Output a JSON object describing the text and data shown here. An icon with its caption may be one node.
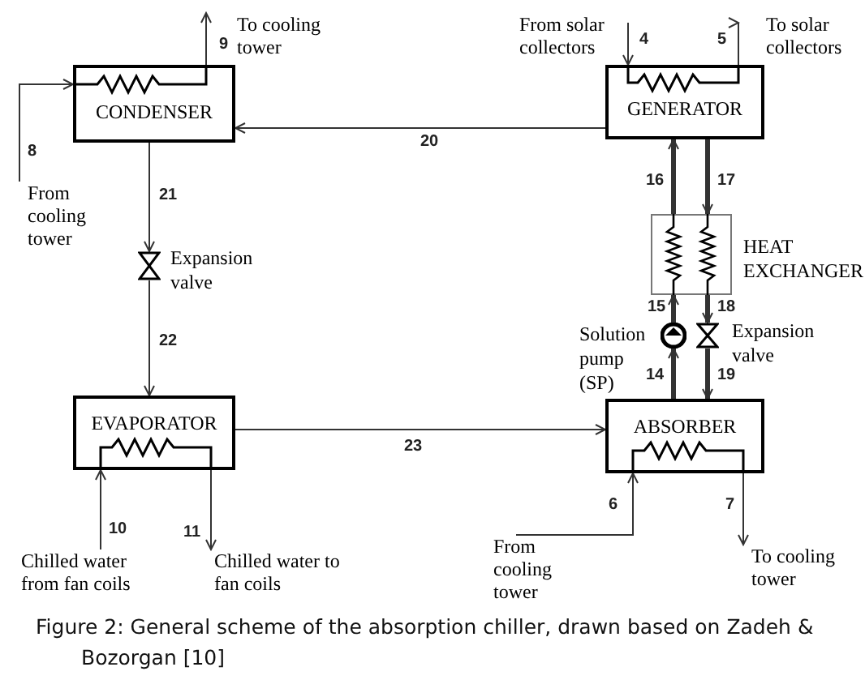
{
  "diagram": {
    "caption": "Figure 2: General scheme of the absorption chiller, drawn based on Zadeh & Bozorgan [10]",
    "nodes": [
      {
        "text": [
          "CONDENSER"
        ]
      },
      {
        "text": [
          "GENERATOR"
        ]
      },
      {
        "text": [
          "HEAT EXCHANGER"
        ]
      },
      {
        "text": [],
        "shape": "valve",
        "beside": [
          "Expansion valve"
        ]
      },
      {
        "text": [
          "EVAPORATOR"
        ]
      },
      {
        "text": [
          "ABSORBER"
        ]
      },
      {
        "text": [],
        "shape": "pump",
        "beside": [
          "Solution pump (SP)"
        ]
      },
      {
        "text": [],
        "shape": "valve",
        "beside": [
          "Expansion valve"
        ]
      },
      {
        "text": [
          "To cooling tower"
        ]
      },
      {
        "text": [
          "From cooling tower"
        ]
      },
      {
        "text": [
          "From solar collectors"
        ]
      },
      {
        "text": [
          "To solar collectors"
        ]
      },
      {
        "text": [
          "Chilled water from fan coils"
        ]
      },
      {
        "text": [
          "Chilled water to fan coils"
        ]
      },
      {
        "text": [
          "From cooling tower"
        ]
      },
      {
        "text": [
          "To cooling tower"
        ]
      }
    ],
    "edges": [
      {
        "from": 9,
        "to": 0,
        "arrow": "to",
        "label": "8"
      },
      {
        "from": 0,
        "to": 8,
        "arrow": "to",
        "label": "9"
      },
      {
        "from": 10,
        "to": 1,
        "arrow": "to",
        "label": "4"
      },
      {
        "from": 1,
        "to": 11,
        "arrow": "to",
        "label": "5"
      },
      {
        "from": 14,
        "to": 5,
        "arrow": "to",
        "label": "6"
      },
      {
        "from": 5,
        "to": 15,
        "arrow": "to",
        "label": "7"
      },
      {
        "from": 12,
        "to": 4,
        "arrow": "to",
        "label": "10"
      },
      {
        "from": 4,
        "to": 13,
        "arrow": "to",
        "label": "11"
      },
      {
        "from": 0,
        "to": 3,
        "arrow": "to",
        "label": "21"
      },
      {
        "from": 3,
        "to": 4,
        "arrow": "to",
        "label": "22"
      },
      {
        "from": 1,
        "to": 0,
        "arrow": "to",
        "label": "20"
      },
      {
        "from": 4,
        "to": 5,
        "arrow": "to",
        "label": "23"
      },
      {
        "from": 2,
        "to": 1,
        "arrow": "to",
        "label": "16",
        "style": "thick"
      },
      {
        "from": 1,
        "to": 2,
        "arrow": "to",
        "label": "17",
        "style": "thick"
      },
      {
        "from": 6,
        "to": 2,
        "arrow": "to",
        "label": "15",
        "style": "thick"
      },
      {
        "from": 2,
        "to": 7,
        "arrow": "to",
        "label": "18",
        "style": "thick"
      },
      {
        "from": 5,
        "to": 6,
        "arrow": "to",
        "label": "14",
        "style": "thick"
      },
      {
        "from": 7,
        "to": 5,
        "arrow": "to",
        "label": "19",
        "style": "thick"
      }
    ]
  }
}
